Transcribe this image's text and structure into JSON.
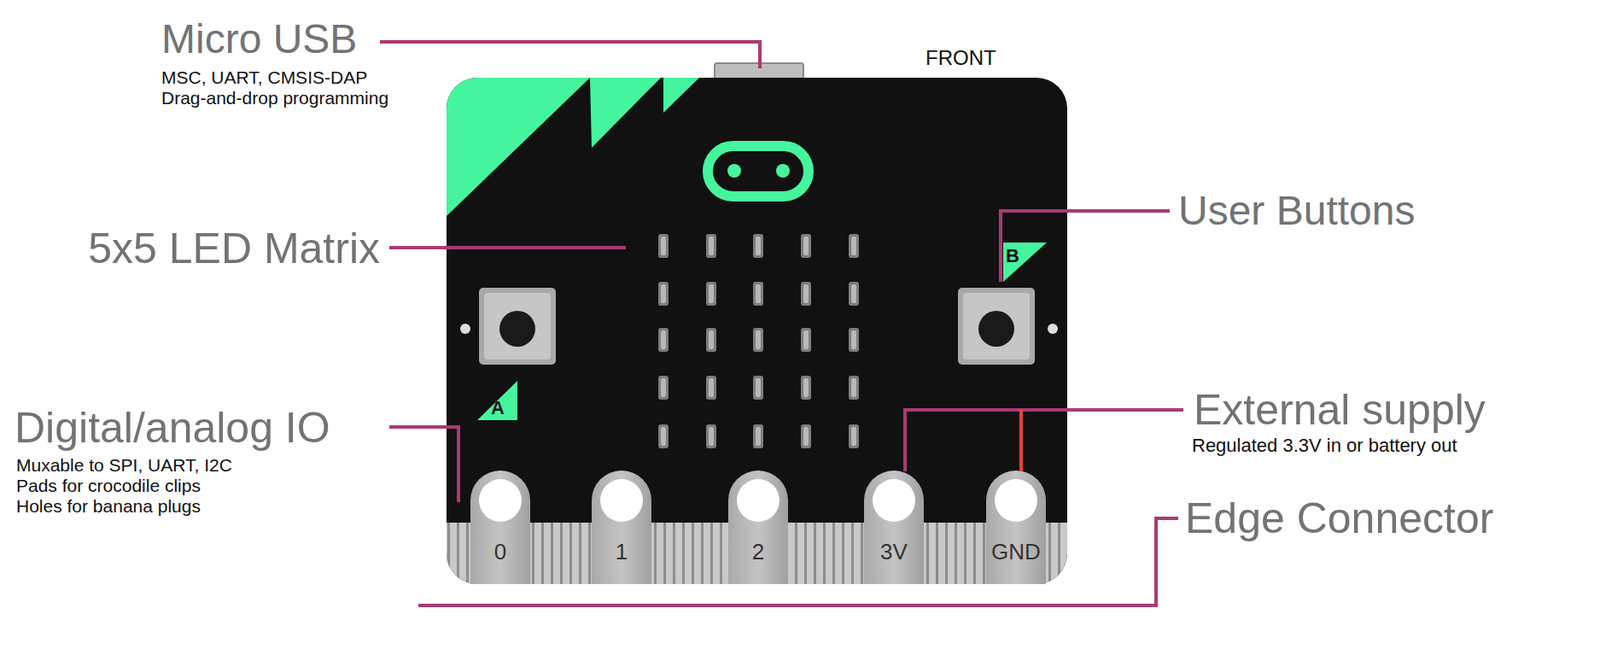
{
  "diagram": {
    "labels": [
      "Micro USB",
      "MSC, UART, CMSIS-DAP",
      "Drag-and-drop programming",
      "FRONT",
      "5x5 LED Matrix",
      "User Buttons",
      "B",
      "A",
      "Digital/analog IO",
      "Muxable to SPI, UART, I2C",
      "Pads for crocodile clips",
      "Holes for banana plugs",
      "External supply",
      "Regulated 3.3V in or battery out",
      "Edge Connector",
      "0",
      "1",
      "2",
      "3V",
      "GND"
    ]
  }
}
